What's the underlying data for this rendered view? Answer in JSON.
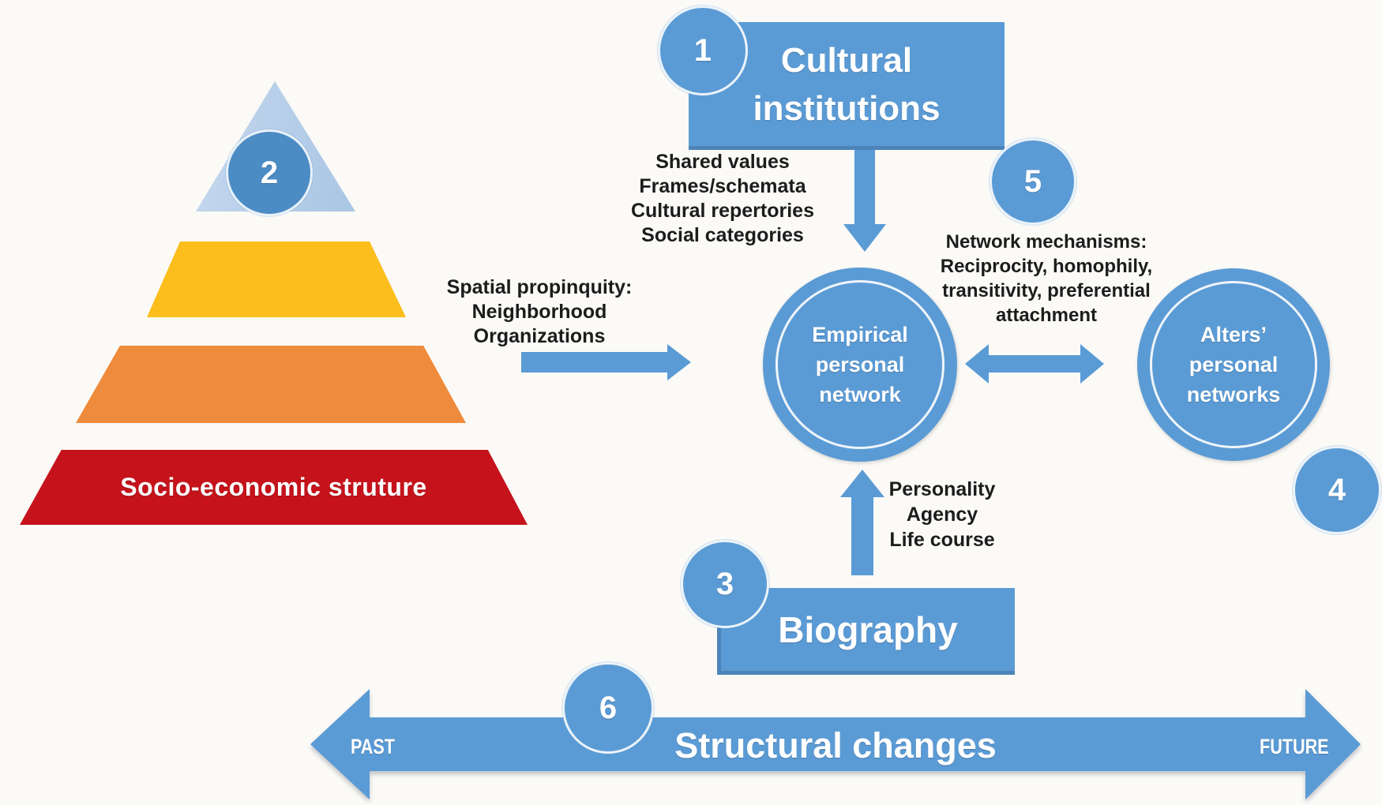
{
  "colors": {
    "blue": "#5B9BD5",
    "badge_blue_dark": "#4C8CC5",
    "triangle_light_blue": "#B5CDE9",
    "yellow": "#FBBE1C",
    "orange": "#EE8B3C",
    "red": "#C6131B",
    "text_dark": "#1C1C1C",
    "white": "#FFFFFF"
  },
  "badges": {
    "n1": "1",
    "n2": "2",
    "n3": "3",
    "n4": "4",
    "n5": "5",
    "n6": "6"
  },
  "pyramid": {
    "base_label": "Socio-economic struture"
  },
  "nodes": {
    "cultural": {
      "line1": "Cultural",
      "line2": "institutions"
    },
    "biography": {
      "label": "Biography"
    },
    "empirical": {
      "line1": "Empirical",
      "line2": "personal",
      "line3": "network"
    },
    "alters": {
      "line1": "Alters’",
      "line2": "personal",
      "line3": "networks"
    }
  },
  "annotations": {
    "cultural_outputs": {
      "line1": "Shared values",
      "line2": "Frames/schemata",
      "line3": "Cultural repertories",
      "line4": "Social categories"
    },
    "spatial": {
      "line1": "Spatial propinquity:",
      "line2": "Neighborhood",
      "line3": "Organizations"
    },
    "network_mechanisms": {
      "line1": "Network mechanisms:",
      "line2": "Reciprocity, homophily,",
      "line3": "transitivity, preferential",
      "line4": "attachment"
    },
    "biography_outputs": {
      "line1": "Personality",
      "line2": "Agency",
      "line3": "Life course"
    }
  },
  "timeline": {
    "label": "Structural changes",
    "past": "PAST",
    "future": "FUTURE"
  }
}
